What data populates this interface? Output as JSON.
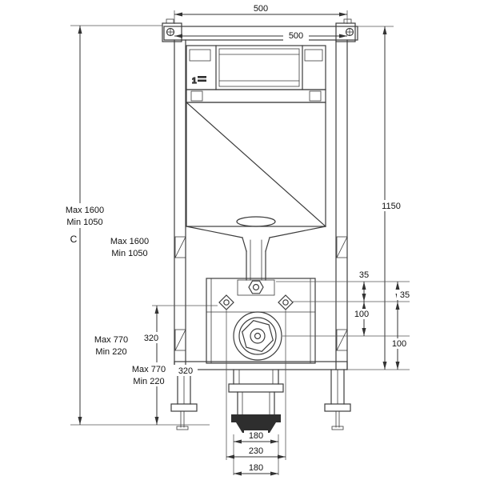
{
  "drawing": {
    "title": "concealed-cistern-frame-installation-drawing",
    "labels": {
      "width_top": "500",
      "width_inner": "500",
      "height_right": "1150",
      "outer_max": "Max 1600",
      "outer_min": "Min 1050",
      "c_mark": "C",
      "inner_max": "Max 1600",
      "inner_min": "Min 1050",
      "lower_max_a": "Max 770",
      "lower_min_a": "Min 220",
      "lower_max_b": "Max 770",
      "lower_min_b": "Min 220",
      "offset_320_a": "320",
      "offset_320_b": "320",
      "right_35_a": "35",
      "right_35_b": "35",
      "right_100_a": "100",
      "right_100_b": "100",
      "bottom_180_a": "180",
      "bottom_230": "230",
      "bottom_180_b": "180",
      "panel_mark": "1"
    },
    "colors": {
      "line": "#3c3c3c",
      "dark_fill": "#2e2e2e",
      "background": "#ffffff"
    }
  }
}
